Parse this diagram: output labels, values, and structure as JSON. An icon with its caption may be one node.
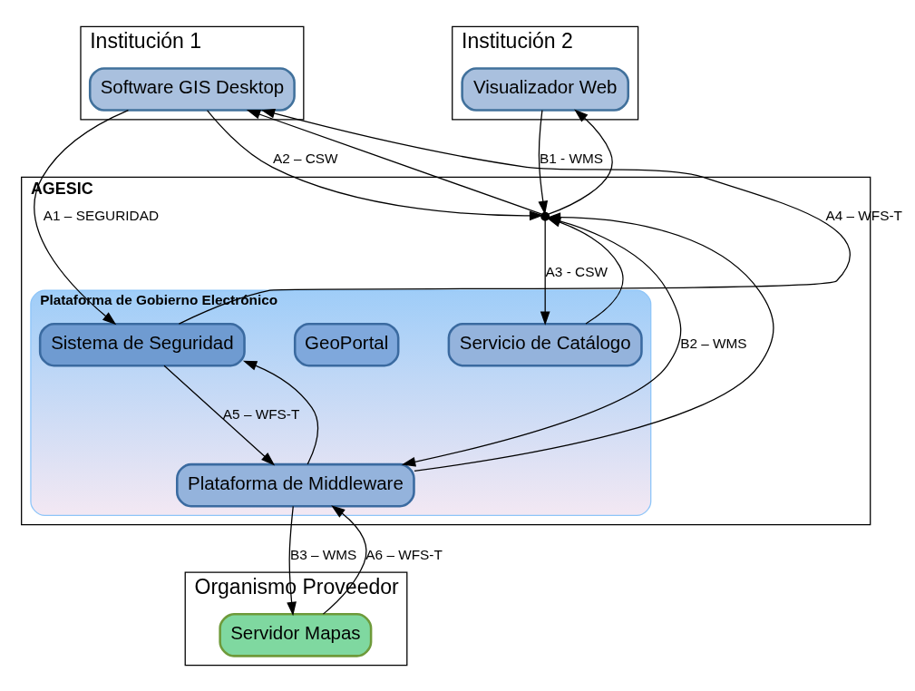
{
  "diagram": {
    "nodes": [
      {
        "text": [
          "Institución 1"
        ]
      },
      {
        "text": [
          "Software GIS Desktop"
        ],
        "in": 0
      },
      {
        "text": [
          "Institución 2"
        ]
      },
      {
        "text": [
          "Visualizador Web"
        ],
        "in": 2
      },
      {
        "text": [
          "AGESIC"
        ]
      },
      {
        "text": [],
        "shape": "point",
        "in": 4
      },
      {
        "text": [
          "Plataforma de Gobierno Electrónico"
        ],
        "in": 4
      },
      {
        "text": [
          "Sistema de Seguridad"
        ],
        "in": 6
      },
      {
        "text": [
          "GeoPortal"
        ],
        "in": 6
      },
      {
        "text": [
          "Plataforma de Middleware"
        ],
        "in": 6
      },
      {
        "text": [
          "Servicio de Catálogo"
        ],
        "in": 6
      },
      {
        "text": [
          "Organismo Proveedor"
        ]
      },
      {
        "text": [
          "Servidor Mapas"
        ],
        "in": 11
      }
    ],
    "edges": [
      {
        "from": 1,
        "to": 7,
        "arrow": "to",
        "label": "A1 – SEGURIDAD"
      },
      {
        "from": 7,
        "to": 1,
        "arrow": "to",
        "label": "A4 – WFS-T"
      },
      {
        "from": 1,
        "to": 5,
        "arrow": "to",
        "label": "A2 – CSW"
      },
      {
        "from": 5,
        "to": 1,
        "arrow": "to"
      },
      {
        "from": 5,
        "to": 10,
        "arrow": "to",
        "label": "A3 - CSW"
      },
      {
        "from": 10,
        "to": 5,
        "arrow": "to"
      },
      {
        "from": 3,
        "to": 5,
        "arrow": "to",
        "label": "B1 - WMS"
      },
      {
        "from": 5,
        "to": 3,
        "arrow": "to"
      },
      {
        "from": 5,
        "to": 9,
        "arrow": "to",
        "label": "B2 – WMS"
      },
      {
        "from": 9,
        "to": 5,
        "arrow": "to"
      },
      {
        "from": 7,
        "to": 9,
        "arrow": "to",
        "label": "A5 – WFS-T"
      },
      {
        "from": 9,
        "to": 7,
        "arrow": "to"
      },
      {
        "from": 9,
        "to": 12,
        "arrow": "to",
        "label": "B3 – WMS"
      },
      {
        "from": 12,
        "to": 9,
        "arrow": "to",
        "label": "A6 – WFS-T"
      }
    ]
  }
}
